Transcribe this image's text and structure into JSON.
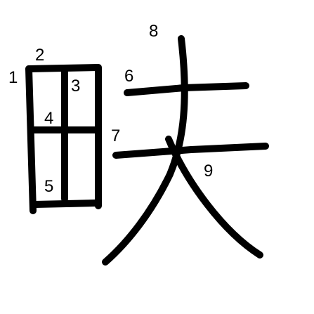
{
  "character": {
    "stroke_color": "#000000",
    "number_color": "#000000",
    "strokes": [
      {
        "order": 1,
        "label": "1"
      },
      {
        "order": 2,
        "label": "2"
      },
      {
        "order": 3,
        "label": "3"
      },
      {
        "order": 4,
        "label": "4"
      },
      {
        "order": 5,
        "label": "5"
      },
      {
        "order": 6,
        "label": "6"
      },
      {
        "order": 7,
        "label": "7"
      },
      {
        "order": 8,
        "label": "8"
      },
      {
        "order": 9,
        "label": "9"
      }
    ]
  }
}
